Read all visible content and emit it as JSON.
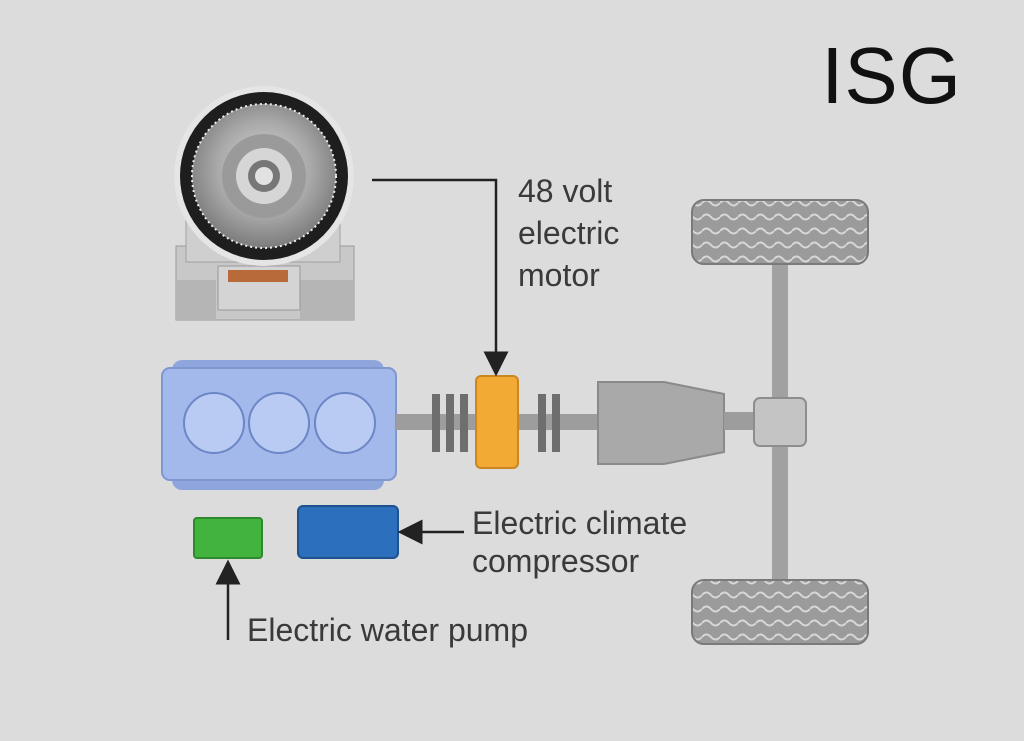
{
  "title": "ISG",
  "labels": {
    "motor_line1": "48 volt",
    "motor_line2": "electric",
    "motor_line3": "motor",
    "compressor_line1": "Electric climate",
    "compressor_line2": "compressor",
    "pump": "Electric water pump"
  },
  "colors": {
    "background": "#dcdcdc",
    "engine_block": "#9fb6ea",
    "motor_highlight": "#f2aa35",
    "water_pump": "#43b33f",
    "climate_compressor": "#2c6fbd",
    "drivetrain_gray": "#a9a9a9",
    "tire": "#9a9a9a"
  }
}
